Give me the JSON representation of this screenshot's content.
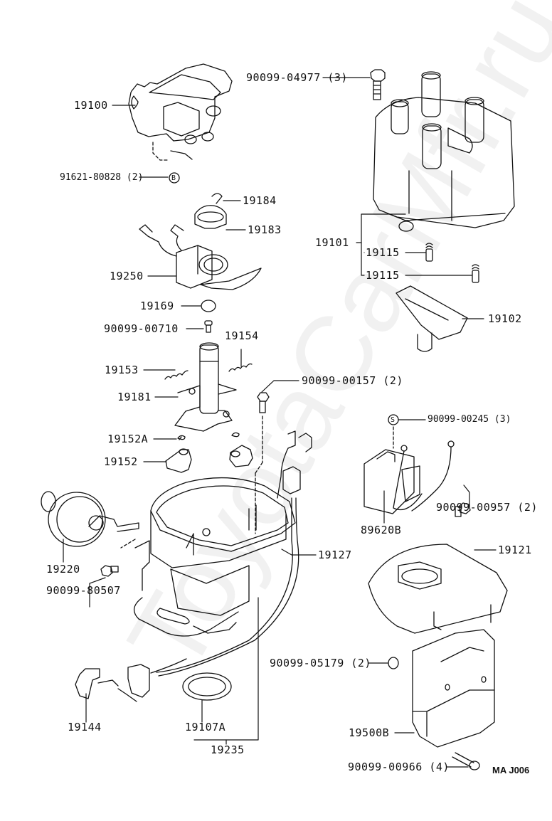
{
  "diagram": {
    "title": "Distributor parts exploded view",
    "watermark": "ToyotaCarMfr.ru",
    "reference_code": "MA  J006",
    "callouts": [
      {
        "id": "c19100",
        "text": "19100"
      },
      {
        "id": "c91621",
        "text": "91621-80828 (2)"
      },
      {
        "id": "cB_badge",
        "text": "B"
      },
      {
        "id": "c90099_04977",
        "text": "90099-04977 (3)"
      },
      {
        "id": "c19184",
        "text": "19184"
      },
      {
        "id": "c19183",
        "text": "19183"
      },
      {
        "id": "c19250",
        "text": "19250"
      },
      {
        "id": "c19101",
        "text": "19101"
      },
      {
        "id": "c19115a",
        "text": "19115"
      },
      {
        "id": "c19115b",
        "text": "19115"
      },
      {
        "id": "c19169",
        "text": "19169"
      },
      {
        "id": "c19102",
        "text": "19102"
      },
      {
        "id": "c90099_00710",
        "text": "90099-00710"
      },
      {
        "id": "c19154",
        "text": "19154"
      },
      {
        "id": "c19153",
        "text": "19153"
      },
      {
        "id": "c90099_00157",
        "text": "90099-00157 (2)"
      },
      {
        "id": "c19181",
        "text": "19181"
      },
      {
        "id": "cS_badge",
        "text": "S"
      },
      {
        "id": "c90099_00245",
        "text": "90099-00245 (3)"
      },
      {
        "id": "c19152A",
        "text": "19152A"
      },
      {
        "id": "c19152",
        "text": "19152"
      },
      {
        "id": "c90099_00957",
        "text": "90099-00957 (2)"
      },
      {
        "id": "c89620B",
        "text": "89620B"
      },
      {
        "id": "c19127",
        "text": "19127"
      },
      {
        "id": "c19121",
        "text": "19121"
      },
      {
        "id": "c19220",
        "text": "19220"
      },
      {
        "id": "c90099_80507",
        "text": "90099-80507"
      },
      {
        "id": "c90099_05179",
        "text": "90099-05179 (2)"
      },
      {
        "id": "c19144",
        "text": "19144"
      },
      {
        "id": "c19107A",
        "text": "19107A"
      },
      {
        "id": "c19500B",
        "text": "19500B"
      },
      {
        "id": "c19235",
        "text": "19235"
      },
      {
        "id": "c90099_00966",
        "text": "90099-00966 (4)"
      }
    ]
  }
}
